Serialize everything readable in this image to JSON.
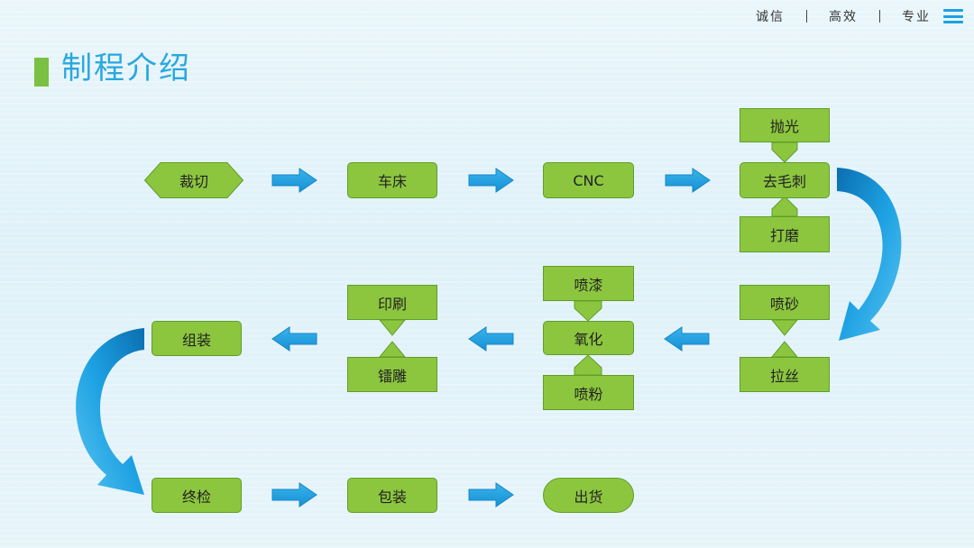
{
  "header": {
    "tags": [
      "诚信",
      "高效",
      "专业"
    ],
    "menu_icon": "hamburger-menu-icon"
  },
  "page": {
    "title": "制程介绍"
  },
  "colors": {
    "accent_blue": "#1da1e3",
    "node_green": "#8cc63f",
    "title_blue": "#2aa7e0"
  },
  "flow": {
    "row1": {
      "cut": "裁切",
      "lathe": "车床",
      "cnc": "CNC",
      "deburr": "去毛刺",
      "polish": "抛光",
      "grind": "打磨"
    },
    "row2": {
      "sandblast": "喷砂",
      "wiredraw": "拉丝",
      "oxidize": "氧化",
      "paint": "喷漆",
      "powder": "喷粉",
      "print": "印刷",
      "engrave": "镭雕",
      "assemble": "组装"
    },
    "row3": {
      "inspect": "终检",
      "pack": "包装",
      "ship": "出货"
    }
  }
}
